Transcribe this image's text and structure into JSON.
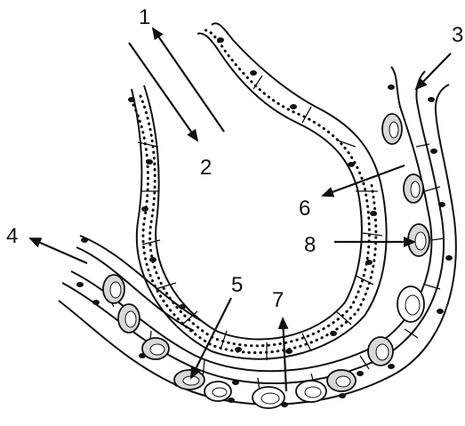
{
  "labels": [
    "1",
    "2",
    "3",
    "4",
    "5",
    "6",
    "7",
    "8"
  ],
  "colors": {
    "ink": "#111111",
    "background": "#ffffff",
    "rbc_fill": "#d9d9d9",
    "rbc_center": "#ffffff"
  }
}
